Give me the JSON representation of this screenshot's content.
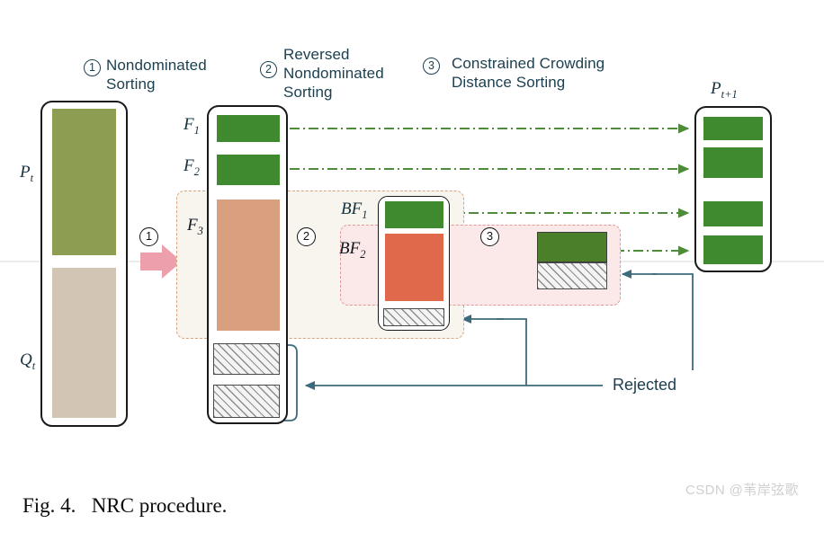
{
  "figure": {
    "caption_prefix": "Fig. 4.",
    "caption_text": "NRC procedure.",
    "watermark": "CSDN @苇岸弦歌"
  },
  "steps": [
    {
      "num": "1",
      "label": "Nondominated\nSorting"
    },
    {
      "num": "2",
      "label": "Reversed\nNondominated\nSorting"
    },
    {
      "num": "3",
      "label": "Constrained Crowding\nDistance Sorting"
    }
  ],
  "arrows": {
    "step_numbers": [
      "1",
      "2",
      "3"
    ],
    "color": "#eda0ab"
  },
  "columns": {
    "population": {
      "labels": [
        {
          "name": "P",
          "sub": "t"
        },
        {
          "name": "Q",
          "sub": "t"
        }
      ]
    },
    "fronts": {
      "labels": [
        {
          "name": "F",
          "sub": "1"
        },
        {
          "name": "F",
          "sub": "2"
        },
        {
          "name": "F",
          "sub": "3"
        }
      ],
      "rejected_count": 2
    },
    "backfronts": {
      "labels": [
        {
          "name": "BF",
          "sub": "1"
        },
        {
          "name": "BF",
          "sub": "2"
        }
      ],
      "rejected_count": 1
    },
    "selected": {
      "accepted_label": "",
      "rejected_label": ""
    },
    "next_population": {
      "label": {
        "name": "P",
        "sub": "t+1"
      },
      "block_count": 4
    }
  },
  "annotations": {
    "rejected": "Rejected"
  },
  "colors": {
    "pt_block": "#8d9e53",
    "qt_block": "#d3c5b4",
    "front_green": "#3f8a2f",
    "front_orange": "#d8a07e",
    "backfront_salmon": "#e0694c",
    "selected_green": "#4b7f2a",
    "region_cream_fill": "#f7f5ee",
    "region_cream_border": "#d9a581",
    "region_pink_fill": "#fbe9ea",
    "region_pink_border": "#e09a95",
    "arrow_pink": "#eda0ab",
    "dashed_arrow_green": "#4e8c3a",
    "connector_blue": "#3d6a7d",
    "heading_text": "#1c4050"
  }
}
